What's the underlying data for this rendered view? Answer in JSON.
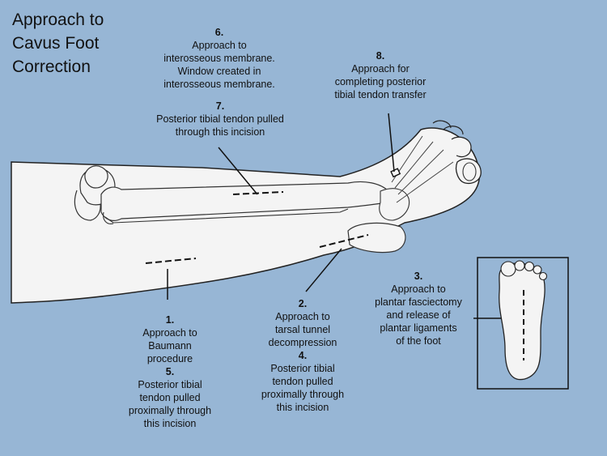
{
  "title": {
    "line1": "Approach to",
    "line2": "Cavus Foot",
    "line3": "Correction"
  },
  "labels": {
    "l6": {
      "num": "6.",
      "lines": [
        "Approach to",
        "interosseous membrane.",
        "Window created in",
        "interosseous membrane."
      ]
    },
    "l7": {
      "num": "7.",
      "lines": [
        "Posterior tibial tendon pulled",
        "through this incision"
      ]
    },
    "l8": {
      "num": "8.",
      "lines": [
        "Approach for",
        "completing posterior",
        "tibial tendon transfer"
      ]
    },
    "l3": {
      "num": "3.",
      "lines": [
        "Approach to",
        "plantar fasciectomy",
        "and release of",
        "plantar ligaments",
        "of the foot"
      ]
    },
    "l1": {
      "num": "1.",
      "lines": [
        "Approach to",
        "Baumann",
        "procedure"
      ]
    },
    "l5": {
      "num": "5.",
      "lines": [
        "Posterior tibial",
        "tendon pulled",
        "proximally through",
        "this incision"
      ]
    },
    "l2": {
      "num": "2.",
      "lines": [
        "Approach to",
        "tarsal tunnel",
        "decompression"
      ]
    },
    "l4": {
      "num": "4.",
      "lines": [
        "Posterior tibial",
        "tendon pulled",
        "proximally through",
        "this incision"
      ]
    }
  },
  "colors": {
    "background": "#97b6d5",
    "skin": "#f4f4f4",
    "outline": "#222222"
  }
}
